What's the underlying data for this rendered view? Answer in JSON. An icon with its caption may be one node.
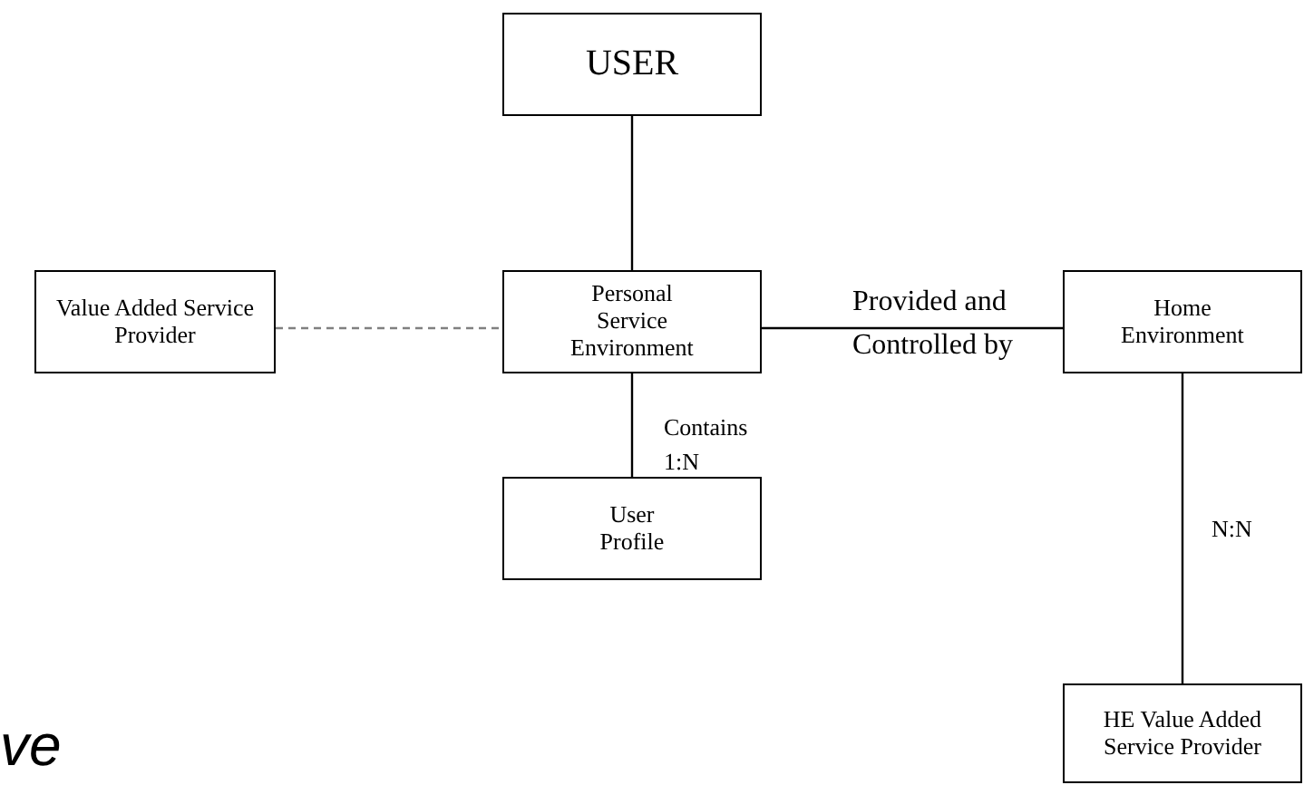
{
  "diagram": {
    "nodes": [
      {
        "text": [
          "USER"
        ]
      },
      {
        "text": [
          "Value Added Service Provider"
        ]
      },
      {
        "text": [
          "Personal Service Environment"
        ]
      },
      {
        "text": [
          "Home Environment"
        ]
      },
      {
        "text": [
          "User Profile"
        ]
      },
      {
        "text": [
          "HE Value Added Service Provider"
        ]
      }
    ],
    "edges": [
      {
        "from": 0,
        "to": 2,
        "arrow": "none"
      },
      {
        "from": 1,
        "to": 2,
        "arrow": "none",
        "style": "dashed",
        "color": "#808080"
      },
      {
        "from": 2,
        "to": 3,
        "arrow": "none",
        "label": "Provided and Controlled by"
      },
      {
        "from": 2,
        "to": 4,
        "arrow": "none",
        "label": "Contains 1:N"
      },
      {
        "from": 3,
        "to": 5,
        "arrow": "none",
        "label": "N:N"
      }
    ],
    "labels": [
      "ve"
    ]
  }
}
